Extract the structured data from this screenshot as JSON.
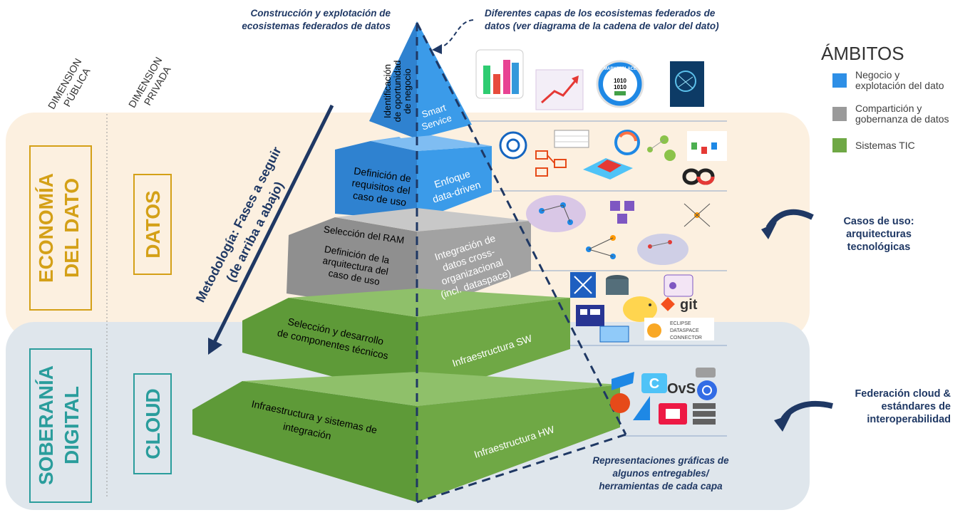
{
  "dimensions": {
    "public": [
      "DIMENSION",
      "PÚBLICA"
    ],
    "private": [
      "DIMENSION",
      "PRIVADA"
    ]
  },
  "bands": {
    "economia": {
      "line1": "ECONOMÍA",
      "line2": "DEL DATO"
    },
    "datos": "DATOS",
    "soberania": {
      "line1": "SOBERANÍA",
      "line2": "DIGITAL"
    },
    "cloud": "CLOUD"
  },
  "methodology": {
    "line1": "Metodología: Fases a seguir",
    "line2": "(de arriba a abajo)"
  },
  "notes": {
    "top_left": [
      "Construcción y explotación de",
      "ecosistemas federados de datos"
    ],
    "top_right": [
      "Diferentes capas de los ecosistemas federados de",
      "datos (ver diagrama de la cadena de valor del dato)"
    ],
    "bottom_right": [
      "Representaciones gráficas de",
      "algunos entregables/",
      "herramientas de cada capa"
    ]
  },
  "right_labels": {
    "casos": [
      "Casos de uso:",
      "arquitecturas",
      "tecnológicas"
    ],
    "federacion": [
      "Federación cloud &",
      "estándares de",
      "interoperabilidad"
    ]
  },
  "legend": {
    "title": "ÁMBITOS",
    "items": [
      {
        "label": "Negocio y\nexplotación del dato",
        "color": "#2e8fe6"
      },
      {
        "label": "Compartición y\ngobernanza de datos",
        "color": "#9a9a9a"
      },
      {
        "label": "Sistemas TIC",
        "color": "#6fa845"
      }
    ]
  },
  "pyramid": {
    "left": [
      [
        "Identificación",
        "de oportunidad",
        "de negocio"
      ],
      [
        "Definición de",
        "requisitos del",
        "caso de uso"
      ],
      [
        "Selección del RAM"
      ],
      [
        "Definición de la",
        "arquitectura del",
        "caso de uso"
      ],
      [
        "Selección y desarrollo",
        "de componentes técnicos"
      ],
      [
        "Infraestructura y sistemas de",
        "integración"
      ]
    ],
    "right": [
      [
        "Smart",
        "Service"
      ],
      [
        "Enfoque",
        "data-driven"
      ],
      [
        "Integración de",
        "datos cross-",
        "organizacional",
        "(incl. dataspace)"
      ],
      [
        "Infraestructura SW"
      ],
      [
        "Infraestructura HW"
      ]
    ]
  },
  "icons": {
    "marketplace": "MARKETPLACE",
    "marketplace_bits": [
      "1010",
      "1010"
    ],
    "git": "git",
    "edc": [
      "ECLIPSE",
      "DATASPACE",
      "CONNECTOR"
    ],
    "ovs": "OvS"
  }
}
